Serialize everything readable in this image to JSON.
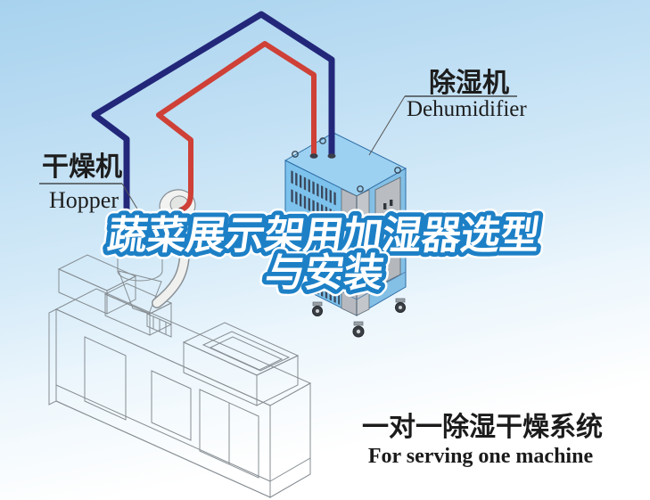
{
  "background": {
    "sky_top": "#a7d2ee",
    "sky_bottom": "#ffffff"
  },
  "illustration": {
    "hopper_machine": {
      "label_zh": "干燥机",
      "label_en": "Hopper",
      "body_color": "#f0f1ef"
    },
    "dehumidifier": {
      "label_zh": "除湿机",
      "label_en": "Dehumidifier",
      "body_color": "#7cc2ec"
    },
    "pipes": {
      "blue_pipe_color": "#23277a",
      "red_pipe_color": "#cf4037"
    }
  },
  "title": {
    "line1": "蔬菜展示架用加湿器选型",
    "line2": "与安装",
    "fill_color": "#ffffff",
    "outline_color": "#1d80c6"
  },
  "caption": {
    "zh": "一对一除湿干燥系统",
    "en": "For serving one machine"
  }
}
